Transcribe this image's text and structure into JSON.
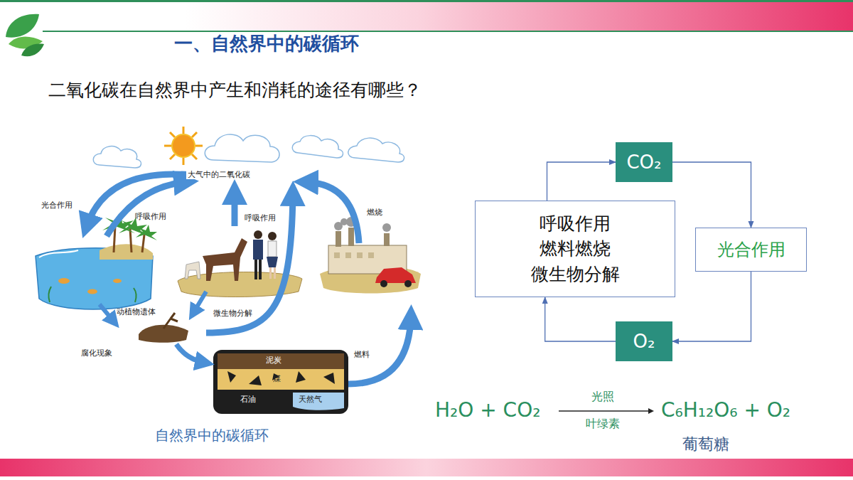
{
  "diagram": {
    "title": "一、自然界中的碳循环",
    "caption": "自然界中的碳循环",
    "nodes": [
      {
        "text": [
          "CO₂"
        ]
      },
      {
        "text": [
          "呼吸作用",
          "燃料燃烧",
          "微生物分解"
        ]
      },
      {
        "text": [
          "光合作用"
        ]
      },
      {
        "text": [
          "O₂"
        ]
      }
    ],
    "edges": [
      {
        "from": 1,
        "to": 0,
        "arrow": "to"
      },
      {
        "from": 0,
        "to": 2,
        "arrow": "to"
      },
      {
        "from": 2,
        "to": 3,
        "arrow": "to"
      },
      {
        "from": 3,
        "to": 1,
        "arrow": "to"
      }
    ],
    "labels": [
      "二氧化碳在自然界中产生和消耗的途径有哪些？",
      "大气中的二氧化碳",
      "光合作用",
      "呼吸作用",
      "呼吸作用",
      "燃烧",
      "动植物遗体",
      "微生物分解",
      "腐化现象",
      "燃料",
      "泥炭",
      "煤",
      "石油",
      "天然气",
      "H₂O + CO₂",
      "光照",
      "叶绿素",
      "C₆H₁₂O₆ + O₂",
      "葡萄糖"
    ]
  }
}
